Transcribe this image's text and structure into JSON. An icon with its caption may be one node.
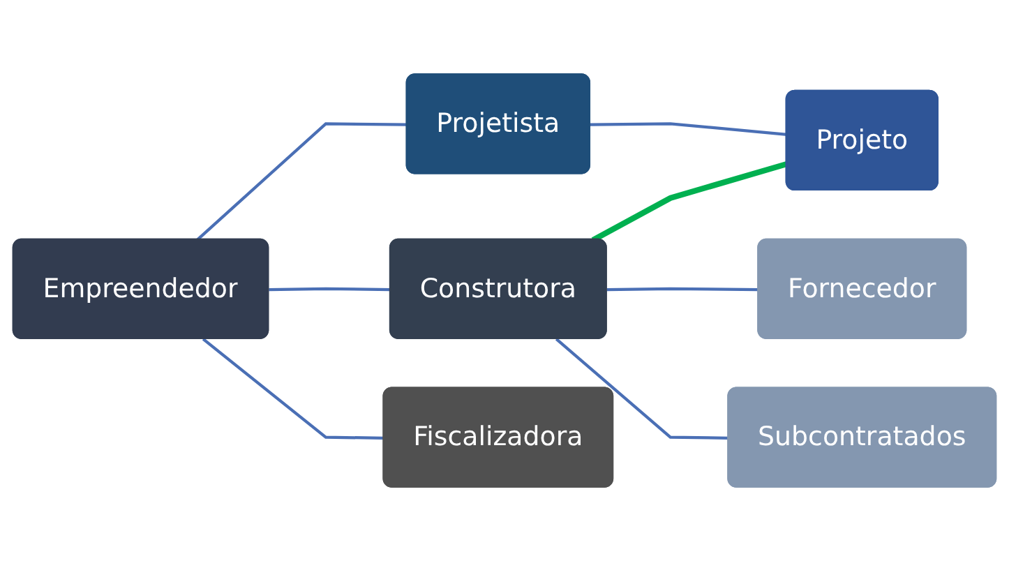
{
  "diagram": {
    "nodes": [
      {
        "text": [
          "Empreendedor"
        ]
      },
      {
        "text": [
          "Projetista"
        ]
      },
      {
        "text": [
          "Construtora"
        ]
      },
      {
        "text": [
          "Fiscalizadora"
        ]
      },
      {
        "text": [
          "Projeto"
        ]
      },
      {
        "text": [
          "Fornecedor"
        ]
      },
      {
        "text": [
          "Subcontratados"
        ]
      }
    ],
    "edges": [
      {
        "from": 0,
        "to": 1,
        "arrow": "none"
      },
      {
        "from": 0,
        "to": 2,
        "arrow": "none"
      },
      {
        "from": 0,
        "to": 3,
        "arrow": "none"
      },
      {
        "from": 1,
        "to": 4,
        "arrow": "none"
      },
      {
        "from": 2,
        "to": 4,
        "arrow": "none",
        "style": "thick",
        "color": "#00b050"
      },
      {
        "from": 2,
        "to": 5,
        "arrow": "none"
      },
      {
        "from": 2,
        "to": 6,
        "arrow": "none"
      }
    ]
  }
}
